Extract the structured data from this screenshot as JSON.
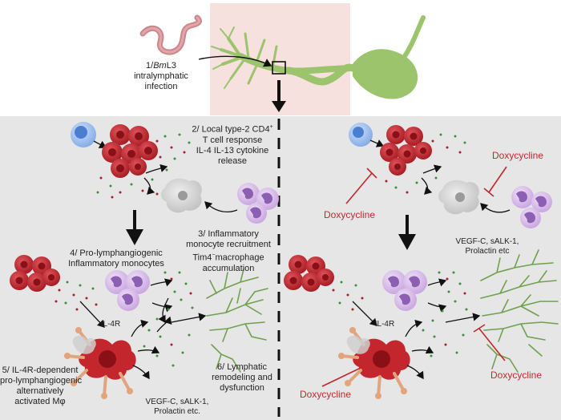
{
  "top": {
    "step1_num": "1/",
    "step1_italic": "Bm",
    "step1_rest": "L3",
    "step1_line2": "intralymphatic",
    "step1_line3": "infection"
  },
  "left": {
    "step2_line1": "2/ Local type-2 CD4",
    "step2_sup": "+",
    "step2_line2": "T cell response",
    "step2_line3": "IL-4 IL-13 cytokine",
    "step2_line4": "release",
    "step3_line1": "3/ Inflammatory",
    "step3_line2": "monocyte recruitment",
    "step3_line3a": "Tim4",
    "step3_sup": "−",
    "step3_line3b": "macrophage",
    "step3_line4": "accumulation",
    "step4_line1": "4/  Pro-lymphangiogenic",
    "step4_line2": "Inflammatory monocytes",
    "il4r": "IL-4R",
    "step5_line1": "5/ IL-4R-dependent",
    "step5_line2": "pro-lymphangiogenic",
    "step5_line3": "alternatively",
    "step5_line4": "activated Mφ",
    "vegf_line1": "VEGF-C, sALK-1,",
    "vegf_line2": "Prolactin etc.",
    "step6_line1": "6/ Lymphatic",
    "step6_line2": "remodeling and",
    "step6_line3": "dysfunction"
  },
  "right": {
    "doxy_1": "Doxycycline",
    "doxy_2": "Doxycycline",
    "doxy_3": "Doxycycline",
    "doxy_4": "Doxycycline",
    "vegf_line1": "VEGF-C, sALK-1,",
    "vegf_line2": "Prolactin etc",
    "il4r": "IL-4R"
  },
  "colors": {
    "panel_bg": "#e6e6e6",
    "top_bg": "#f6e1df",
    "lymph_green": "#9cc46c",
    "t_cell_red": "#c3272d",
    "monocyte_purple": "#c9a8de",
    "macrophage_grey": "#cfcfcf",
    "doxy_red": "#c0282d",
    "vessel_green": "#6fa14e",
    "dendritic_blue": "#7fa9e6"
  }
}
